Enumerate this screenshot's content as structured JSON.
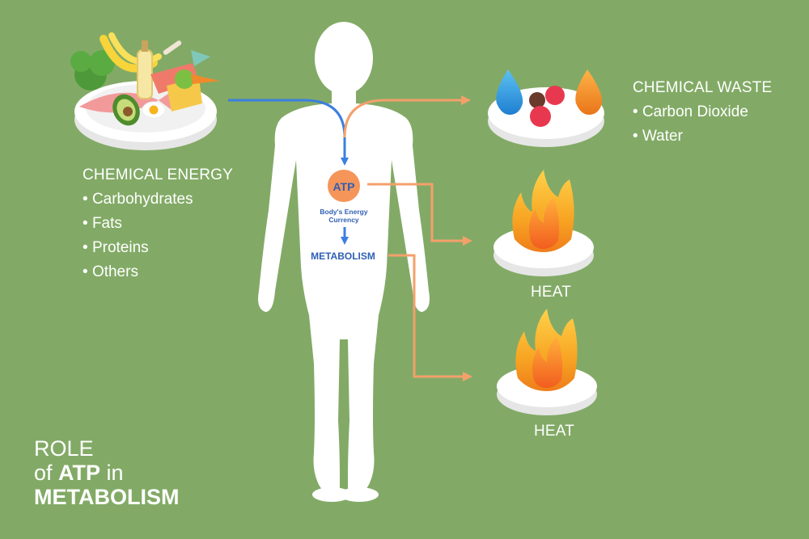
{
  "chemical_energy": {
    "heading": "CHEMICAL ENERGY",
    "items": [
      "Carbohydrates",
      "Fats",
      "Proteins",
      "Others"
    ]
  },
  "chemical_waste": {
    "heading": "CHEMICAL WASTE",
    "items": [
      "Carbon Dioxide",
      "Water"
    ]
  },
  "body": {
    "atp_label": "ATP",
    "currency_line1": "Body's Energy",
    "currency_line2": "Currency",
    "metabolism_label": "METABOLISM"
  },
  "heat_labels": [
    "HEAT",
    "HEAT"
  ],
  "title": {
    "line1": "ROLE",
    "line2_prefix": "of ",
    "line2_bold": "ATP",
    "line2_suffix": " in",
    "line3": "METABOLISM"
  },
  "colors": {
    "background": "#82aa66",
    "arrow_blue": "#3b7fe0",
    "arrow_orange": "#f4a06b",
    "atp_circle": "#f5955a",
    "metabolism_text": "#2f5fb3",
    "body_fill": "#ffffff"
  }
}
